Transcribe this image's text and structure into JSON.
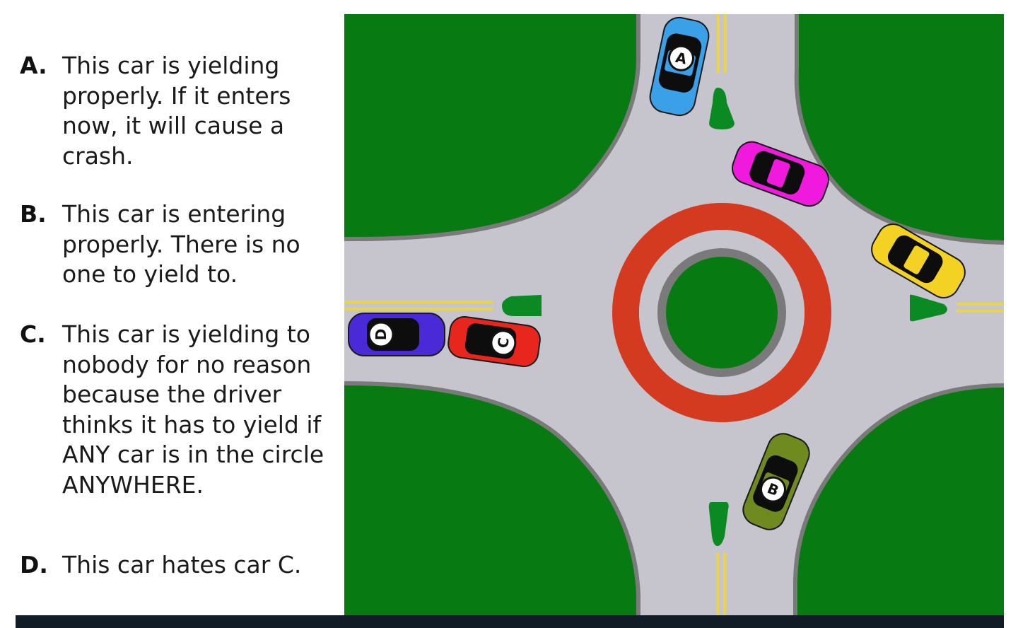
{
  "captions": [
    {
      "letter": "A.",
      "text": "This car is yielding properly. If it enters now, it will cause a crash."
    },
    {
      "letter": "B.",
      "text": "This car is entering properly. There is no one to yield to."
    },
    {
      "letter": "C.",
      "text": "This car is yielding to nobody for no reason because the driver thinks it has to yield if ANY car is in the circle ANYWHERE."
    },
    {
      "letter": "D.",
      "text": "This car hates car C."
    }
  ],
  "car_labels": {
    "a": "A",
    "b": "B",
    "c": "C",
    "d": "D"
  },
  "colors": {
    "grass": "#087a12",
    "road": "#c6c4cc",
    "curb": "#7a7a7a",
    "center_ring": "#d33a20",
    "lane_line": "#e9d44a",
    "island": "#0b8a24",
    "car_a": "#3aa0e8",
    "car_b": "#6f8a1f",
    "car_c": "#e8261e",
    "car_d": "#4a2ad6",
    "car_pink": "#f01adf",
    "car_yellow": "#f3d224",
    "bottom_bar": "#121c26"
  }
}
